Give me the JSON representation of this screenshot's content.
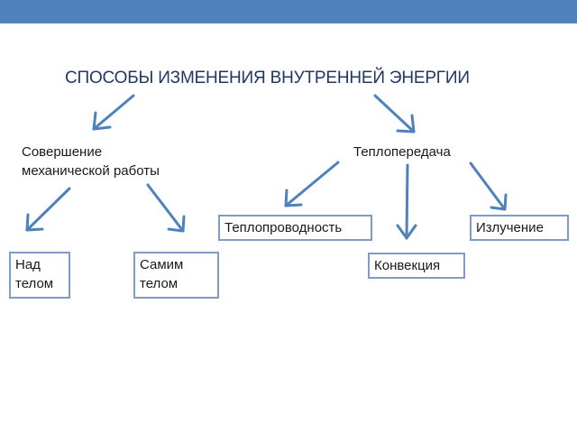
{
  "diagram": {
    "title": "СПОСОБЫ ИЗМЕНЕНИЯ ВНУТРЕННЕЙ ЭНЕРГИИ",
    "work": {
      "line1": "Совершение",
      "line2": "механической работы"
    },
    "heat_transfer": "Теплопередача",
    "over_body": {
      "line1": "Над",
      "line2": "телом"
    },
    "by_body": {
      "line1": "Самим",
      "line2": "телом"
    },
    "conduction": "Теплопроводность",
    "convection": "Конвекция",
    "radiation": "Излучение"
  },
  "colors": {
    "header_bar": "#4f81bd",
    "arrow": "#4f81bd",
    "box_border": "#7f9cc6",
    "title": "#1f3864"
  }
}
